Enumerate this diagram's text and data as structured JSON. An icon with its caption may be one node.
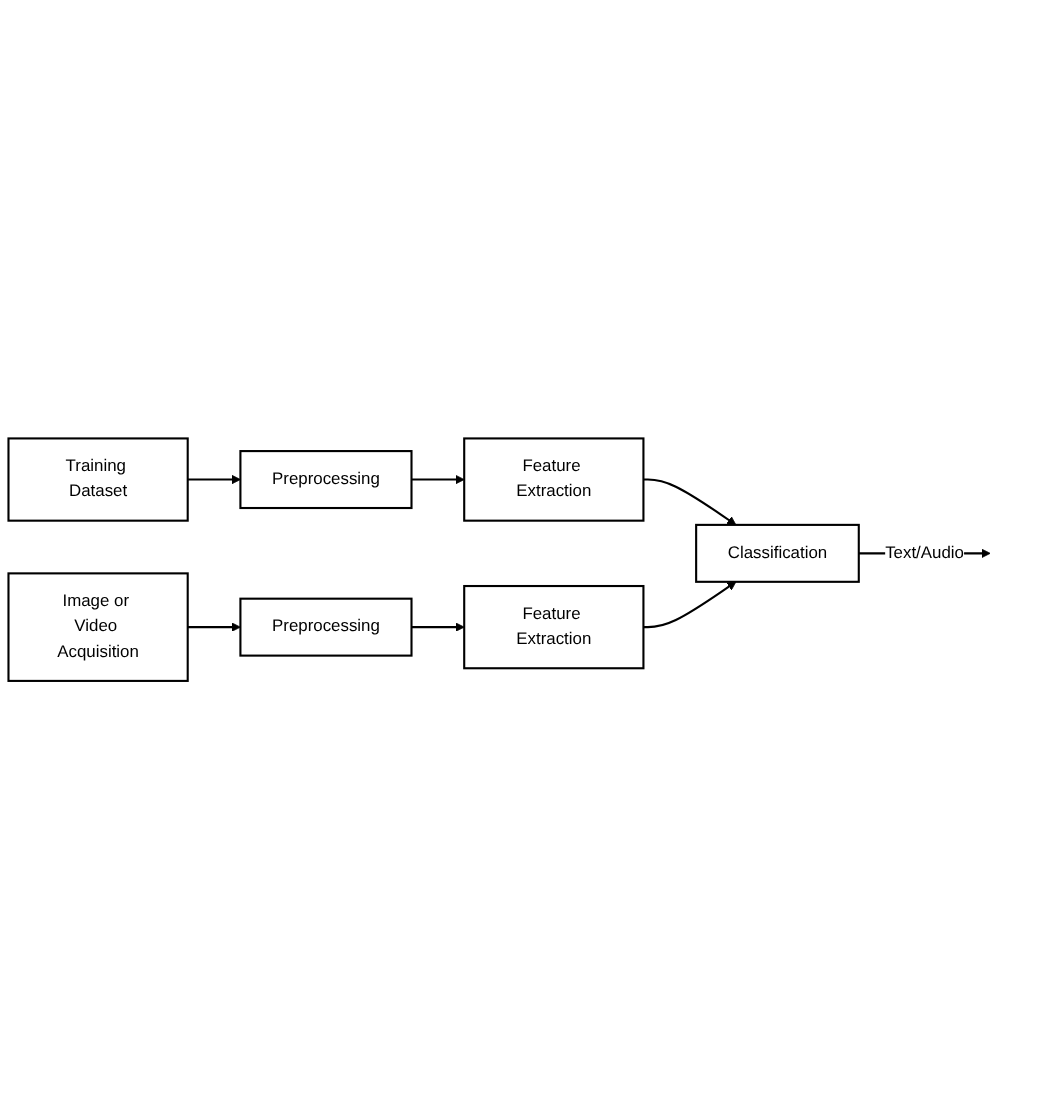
{
  "diagram": {
    "nodes": [
      {
        "text": [
          "Training Dataset"
        ]
      },
      {
        "text": [
          "Preprocessing"
        ]
      },
      {
        "text": [
          "Feature Extraction"
        ]
      },
      {
        "text": [
          "Classification"
        ]
      },
      {
        "text": [
          "Image or Video Acquisition"
        ]
      },
      {
        "text": [
          "Preprocessing"
        ]
      },
      {
        "text": [
          "Feature Extraction"
        ]
      }
    ],
    "edges": [
      {
        "from": 0,
        "to": 1,
        "arrow": "to"
      },
      {
        "from": 1,
        "to": 2,
        "arrow": "to"
      },
      {
        "from": 2,
        "to": 3,
        "arrow": "to"
      },
      {
        "from": 4,
        "to": 5,
        "arrow": "to"
      },
      {
        "from": 5,
        "to": 6,
        "arrow": "to"
      },
      {
        "from": 6,
        "to": 3,
        "arrow": "to"
      },
      {
        "from": 3,
        "to": null,
        "arrow": "to",
        "label": "Text/Audio"
      }
    ]
  }
}
